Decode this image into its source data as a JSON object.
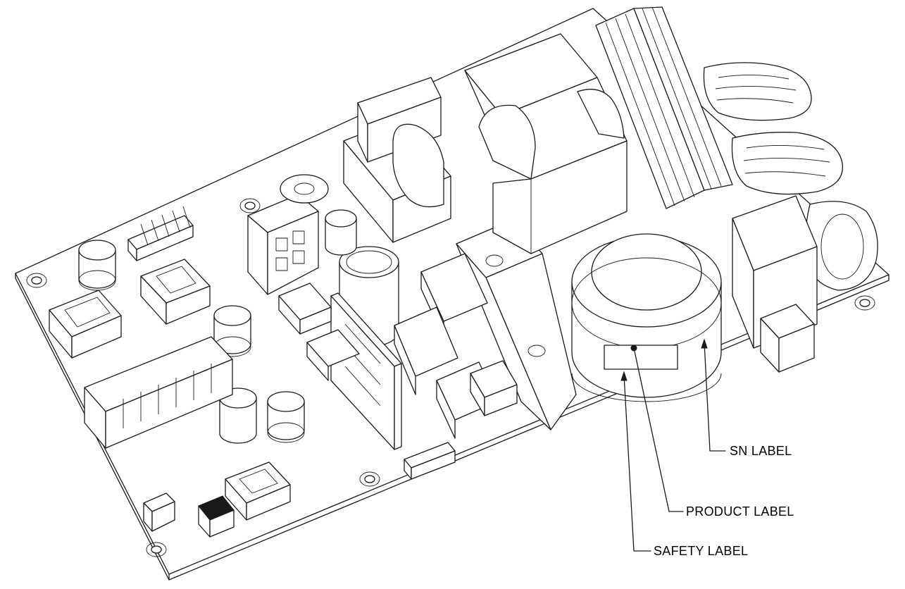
{
  "callouts": {
    "sn_label": "SN LABEL",
    "product_label": "PRODUCT LABEL",
    "safety_label": "SAFETY LABEL"
  },
  "colors": {
    "line": "#1a1a1a",
    "background": "#ffffff"
  }
}
